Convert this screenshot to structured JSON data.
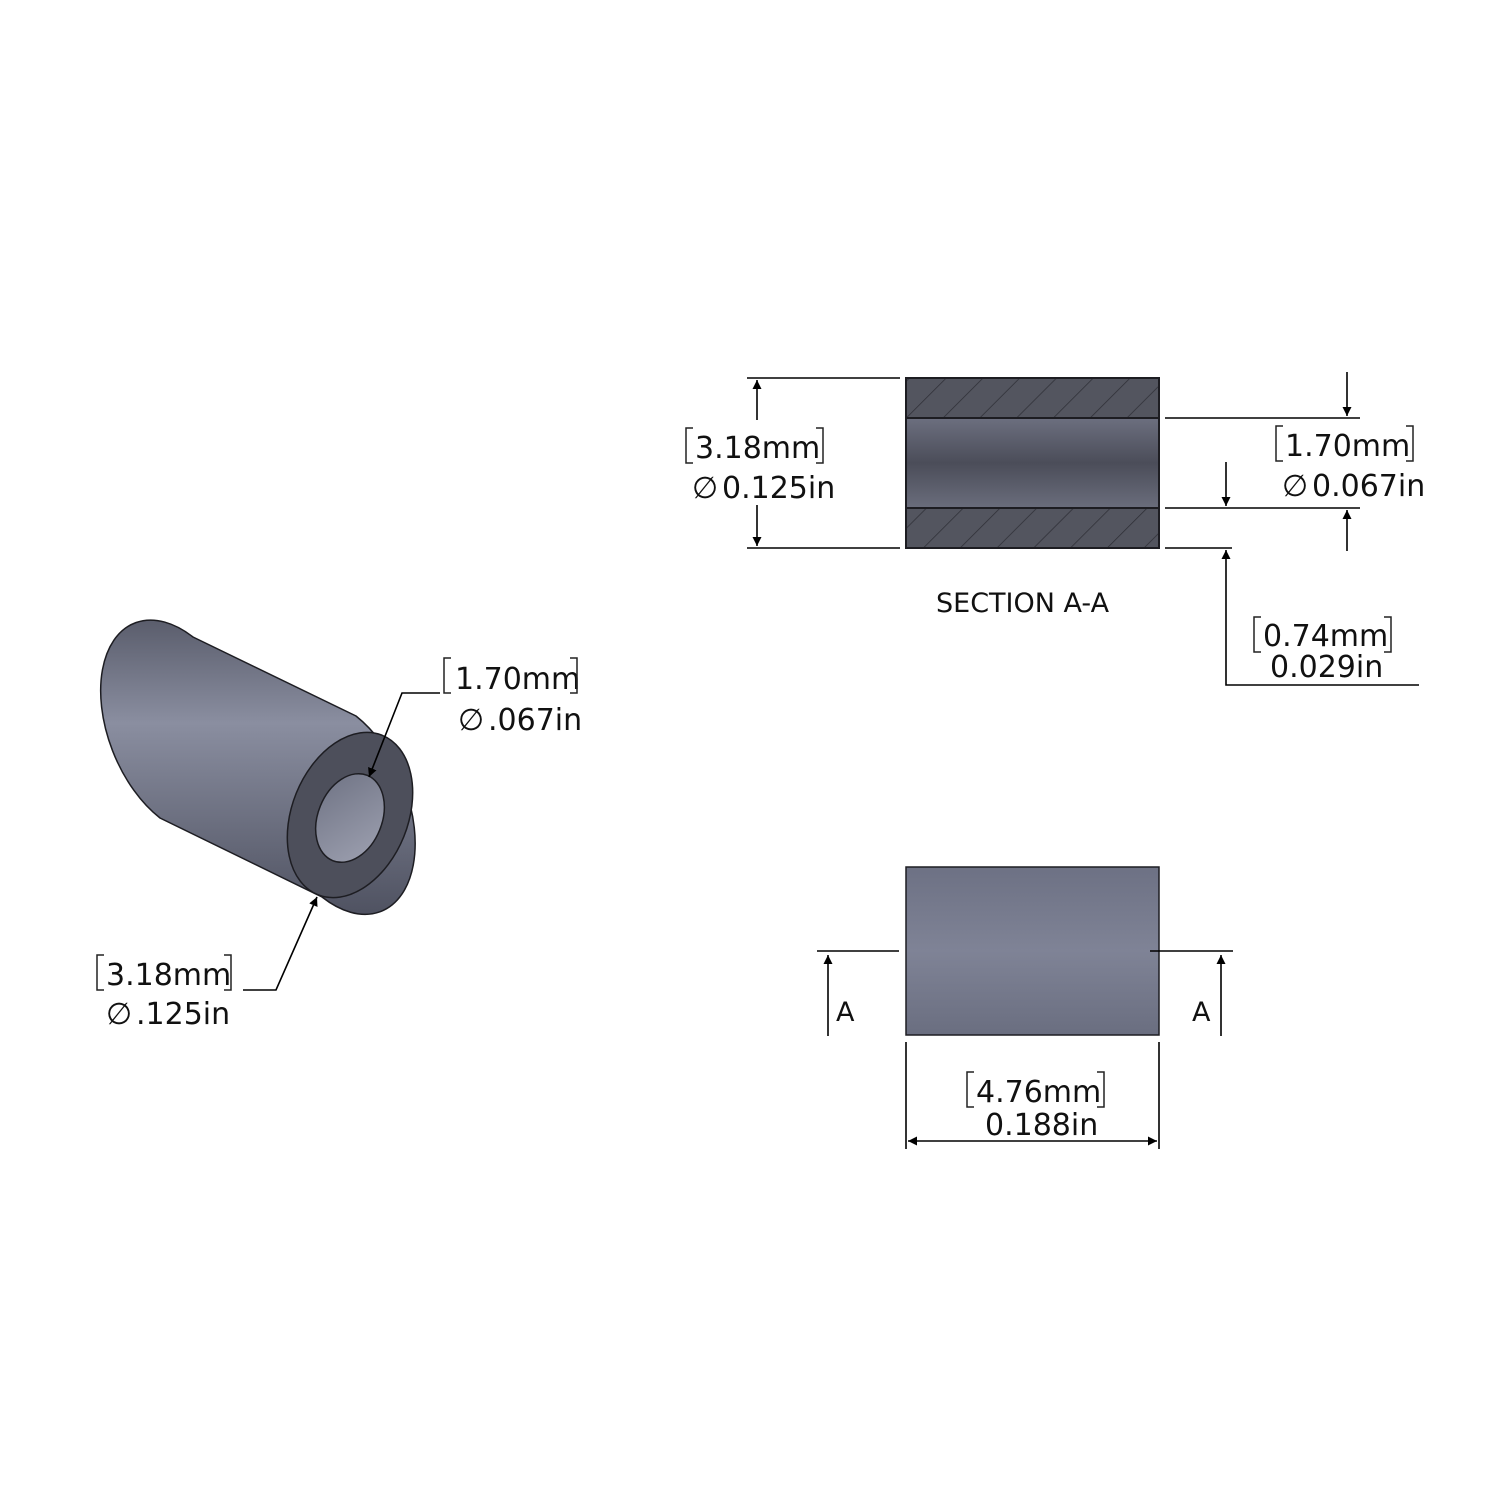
{
  "colors": {
    "part_fill": "#7b7f92",
    "part_dark": "#4a4c58",
    "section_body": "#53555f",
    "ink": "#000000"
  },
  "iso_view": {
    "id_mm": "1.70mm",
    "id_in": ".067in",
    "od_mm": "3.18mm",
    "od_in": ".125in"
  },
  "section_view": {
    "title": "SECTION A-A",
    "od_mm": "3.18mm",
    "od_in": "0.125in",
    "id_mm": "1.70mm",
    "id_in": "0.067in",
    "wall_mm": "0.74mm",
    "wall_in": "0.029in"
  },
  "side_view": {
    "length_mm": "4.76mm",
    "length_in": "0.188in",
    "cut_left": "A",
    "cut_right": "A"
  },
  "symbols": {
    "diameter": "∅"
  }
}
